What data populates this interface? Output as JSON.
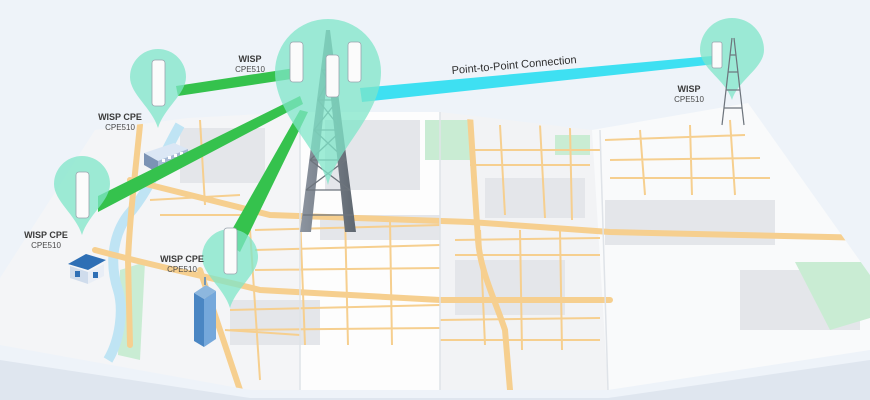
{
  "link": {
    "label": "Point-to-Point Connection",
    "color": "#3ee0f2"
  },
  "colors": {
    "pin": "#7fe6c8",
    "link_green": "#35c24d",
    "road": "#f6cf8f",
    "park": "#c9ecd3",
    "water": "#bfe4f4"
  },
  "nodes": {
    "tower": {
      "title": "WISP",
      "sub": "CPE510"
    },
    "remote": {
      "title": "WISP",
      "sub": "CPE510"
    },
    "cpe1": {
      "title": "WISP CPE",
      "sub": "CPE510"
    },
    "cpe2": {
      "title": "WISP CPE",
      "sub": "CPE510"
    },
    "cpe3": {
      "title": "WISP CPE",
      "sub": "CPE510"
    }
  },
  "icons": {
    "pin": "map-pin-icon",
    "cpe": "cpe-antenna-icon",
    "tower": "radio-tower-icon",
    "office": "office-building-icon",
    "house": "house-icon",
    "skyscraper": "skyscraper-icon"
  }
}
